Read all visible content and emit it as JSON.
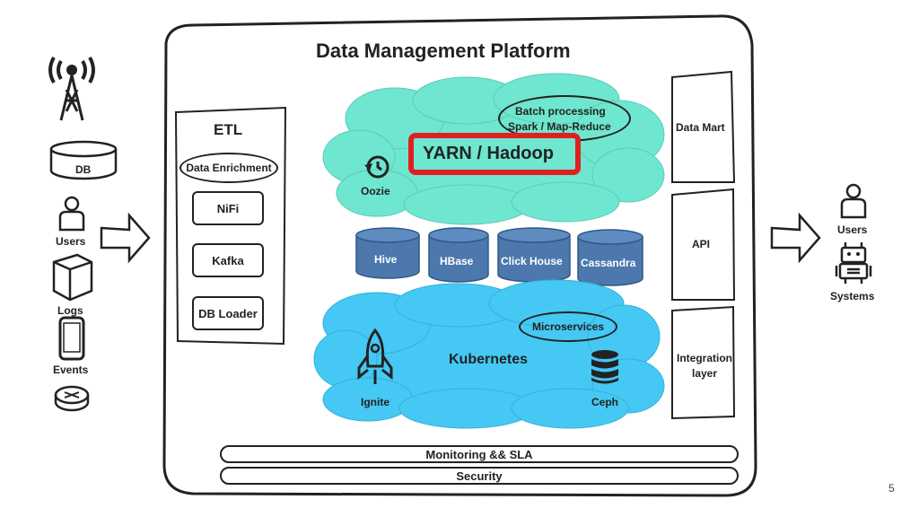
{
  "platform": {
    "title": "Data Management Platform"
  },
  "etl": {
    "title": "ETL",
    "items": [
      "Data Enrichment",
      "NiFi",
      "Kafka",
      "DB Loader"
    ]
  },
  "hadoop_cloud": {
    "yarn_label": "YARN / Hadoop",
    "batch_label_line1": "Batch processing",
    "batch_label_line2": "Spark / Map-Reduce",
    "oozie_label": "Oozie",
    "highlight_color": "#e02020",
    "cloud_color": "#6fe6cf"
  },
  "storage": {
    "cylinder_color": "#4c78ad",
    "items": [
      "Hive",
      "HBase",
      "Click House",
      "Cassandra"
    ]
  },
  "k8s_cloud": {
    "title": "Kubernetes",
    "microservices_label": "Microservices",
    "ignite_label": "Ignite",
    "ceph_label": "Ceph",
    "cloud_color": "#45c8f3"
  },
  "right_column": {
    "items": [
      "Data Mart",
      "API",
      "Integration layer"
    ]
  },
  "bottom_bars": {
    "monitoring": "Monitoring && SLA",
    "security": "Security"
  },
  "sources": {
    "db_label": "DB",
    "users_label": "Users",
    "logs_label": "Logs",
    "events_label": "Events"
  },
  "consumers": {
    "users_label": "Users",
    "systems_label": "Systems"
  },
  "page_number": "5"
}
